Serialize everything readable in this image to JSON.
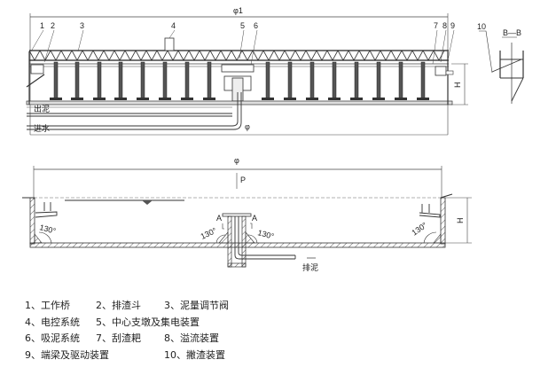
{
  "top_view": {
    "dimension_overall": "φ1",
    "dimension_inner": "φ",
    "height_label": "H",
    "callouts": [
      "1",
      "2",
      "3",
      "4",
      "5",
      "6",
      "7",
      "8",
      "9"
    ],
    "pipe_labels": {
      "sludge_out": "出泥",
      "water_in": "进水"
    }
  },
  "section_view": {
    "title": "B—B",
    "callout": "10"
  },
  "tank_section": {
    "dimension": "φ",
    "level_label": "P",
    "height_label": "H",
    "angle_label": "130°",
    "section_marks": [
      "A",
      "A"
    ],
    "discharge_label": "排泥"
  },
  "legend": {
    "rows": [
      [
        "1、工作桥",
        "2、排渣斗",
        "3、泥量调节阀"
      ],
      [
        "4、电控系统",
        "5、中心支墩及集电装置"
      ],
      [
        "6、吸泥系统",
        "7、刮渣耙",
        "8、溢流装置"
      ],
      [
        "9、端梁及驱动装置",
        "10、撇渣装置"
      ]
    ]
  }
}
